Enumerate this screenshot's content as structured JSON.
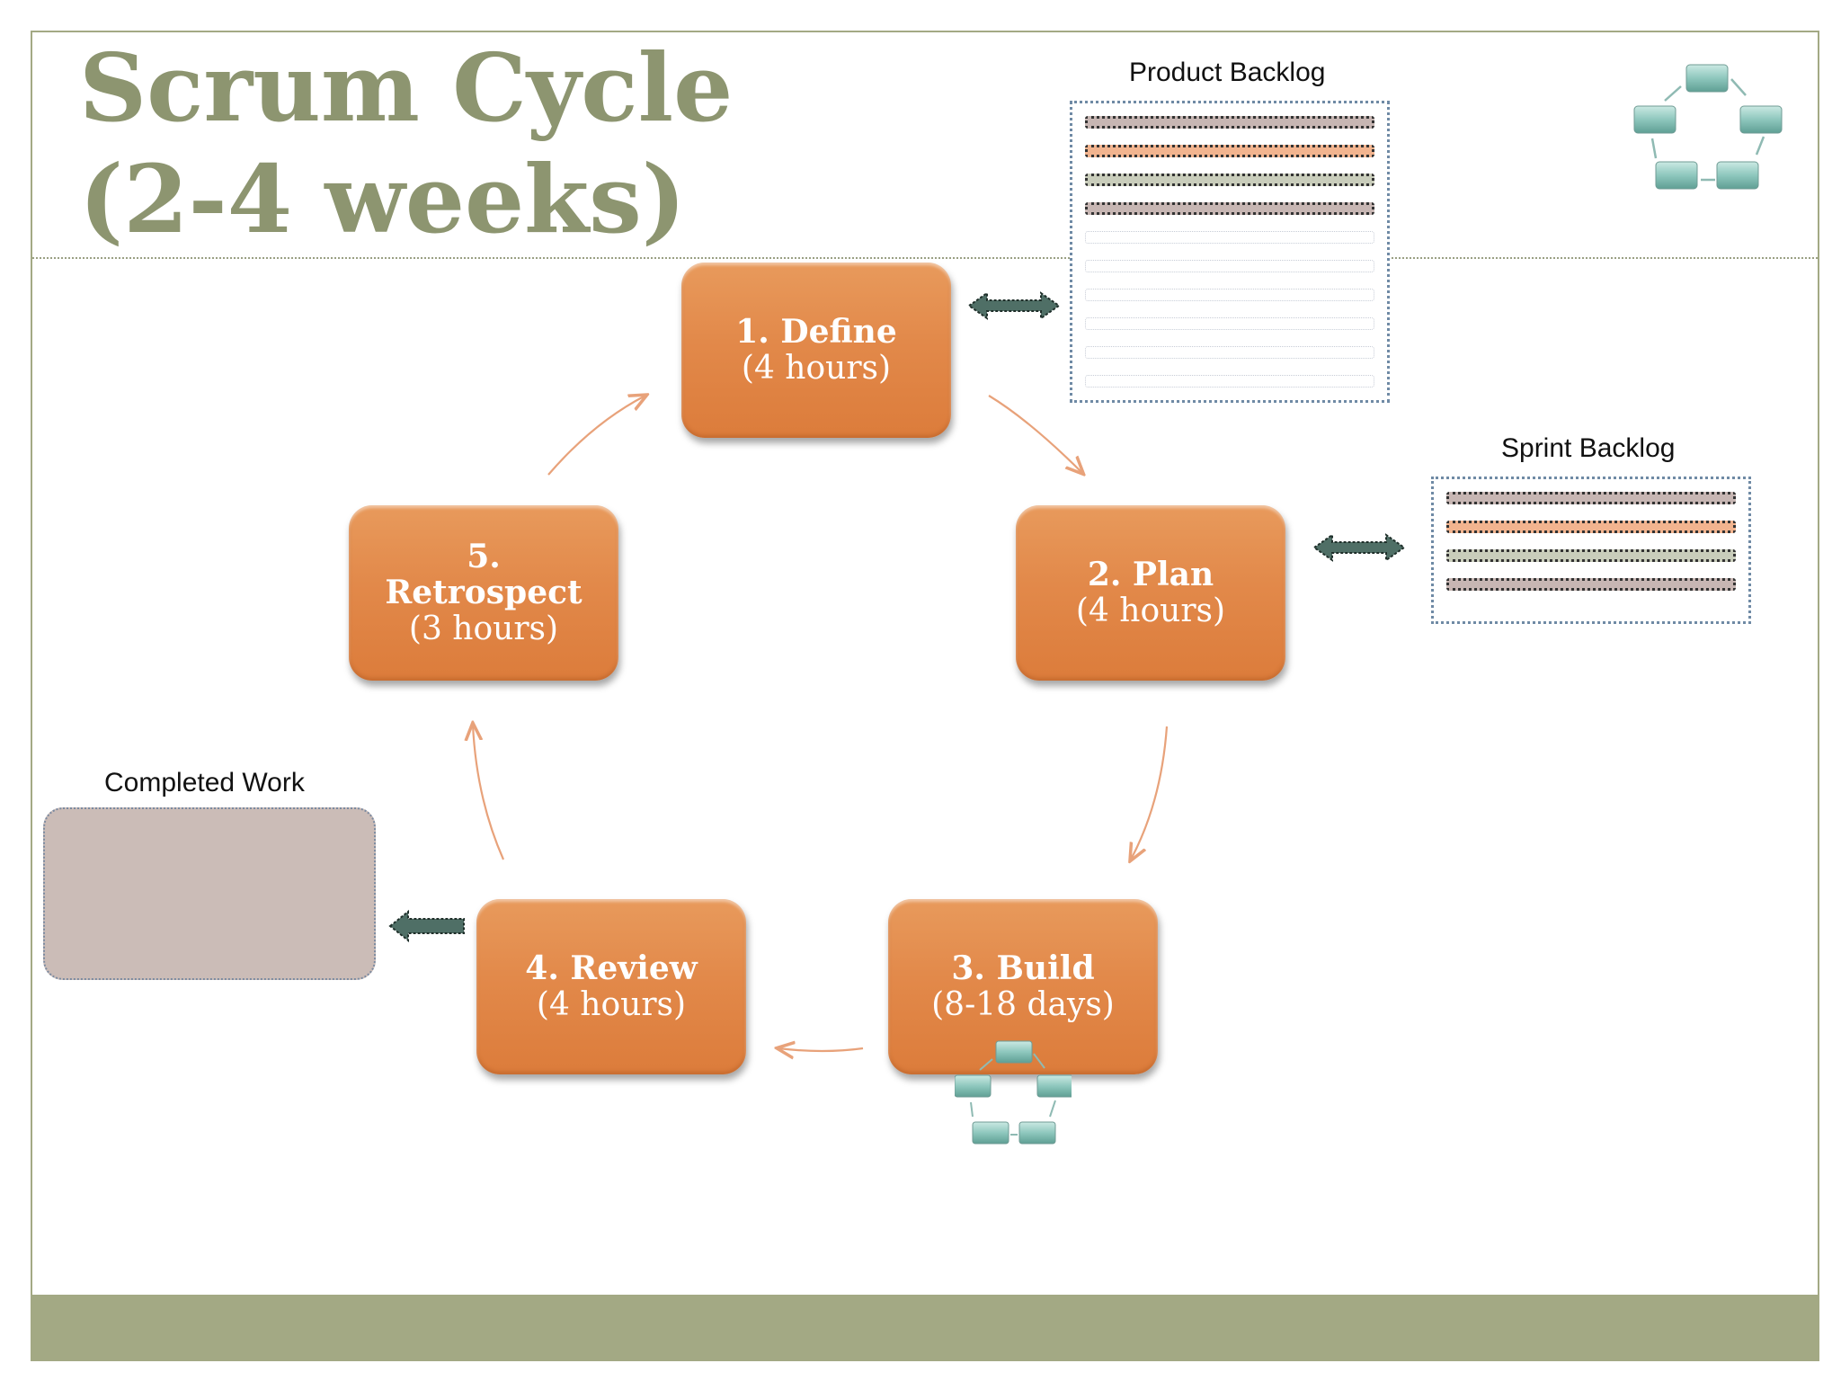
{
  "title": {
    "line1": "Scrum Cycle",
    "line2": "(2-4 weeks)"
  },
  "stages": [
    {
      "id": "define",
      "name": "1. Define",
      "duration": "(4 hours)"
    },
    {
      "id": "plan",
      "name": "2. Plan",
      "duration": "(4 hours)"
    },
    {
      "id": "build",
      "name": "3. Build",
      "duration": "(8-18 days)"
    },
    {
      "id": "review",
      "name": "4. Review",
      "duration": "(4 hours)"
    },
    {
      "id": "retrospect",
      "name_line1": "5.",
      "name_line2": "Retrospect",
      "duration": "(3 hours)"
    }
  ],
  "product_backlog": {
    "label": "Product Backlog",
    "filled_item_colors": [
      "#c7b6b3",
      "#f2b48f",
      "#c9cdbb",
      "#c7b6b3"
    ],
    "empty_items": 6
  },
  "sprint_backlog": {
    "label": "Sprint Backlog",
    "item_colors": [
      "#c7b6b3",
      "#f2b48f",
      "#c9cdbb",
      "#c7b6b3"
    ]
  },
  "completed_work": {
    "label": "Completed Work"
  },
  "colors": {
    "stage_orange": "#e2894a",
    "title_olive": "#8d9570",
    "footer_olive": "#a3a984",
    "arrow_teal": "#4f6f66",
    "cycle_arrow": "#e8a27a",
    "mini_node_teal": "#8ec7bd"
  },
  "icons": [
    "cycle-icon",
    "double-arrow-icon",
    "left-arrow-icon"
  ]
}
